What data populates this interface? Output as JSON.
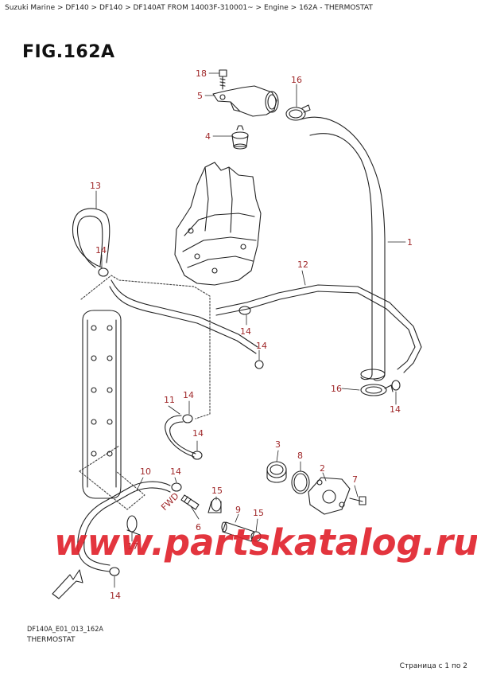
{
  "breadcrumb": "Suzuki Marine > DF140 > DF140 > DF140AT FROM 14003F-310001~ > Engine > 162A - THERMOSTAT",
  "figure_title": "FIG.162A",
  "callouts": [
    "18",
    "5",
    "16",
    "4",
    "1",
    "13",
    "14",
    "12",
    "14",
    "14",
    "16",
    "14",
    "11",
    "14",
    "14",
    "3",
    "8",
    "2",
    "7",
    "10",
    "14",
    "15",
    "9",
    "15",
    "6",
    "17",
    "14"
  ],
  "fwd_label": "FWD",
  "watermark": "www.partskatalog.ru",
  "footer": {
    "code": "DF140A_E01_013_162A",
    "name": "THERMOSTAT",
    "page": "Страница с 1 по 2"
  },
  "colors": {
    "callout": "#a0282a",
    "line": "#222222",
    "watermark": "#e0202a"
  }
}
